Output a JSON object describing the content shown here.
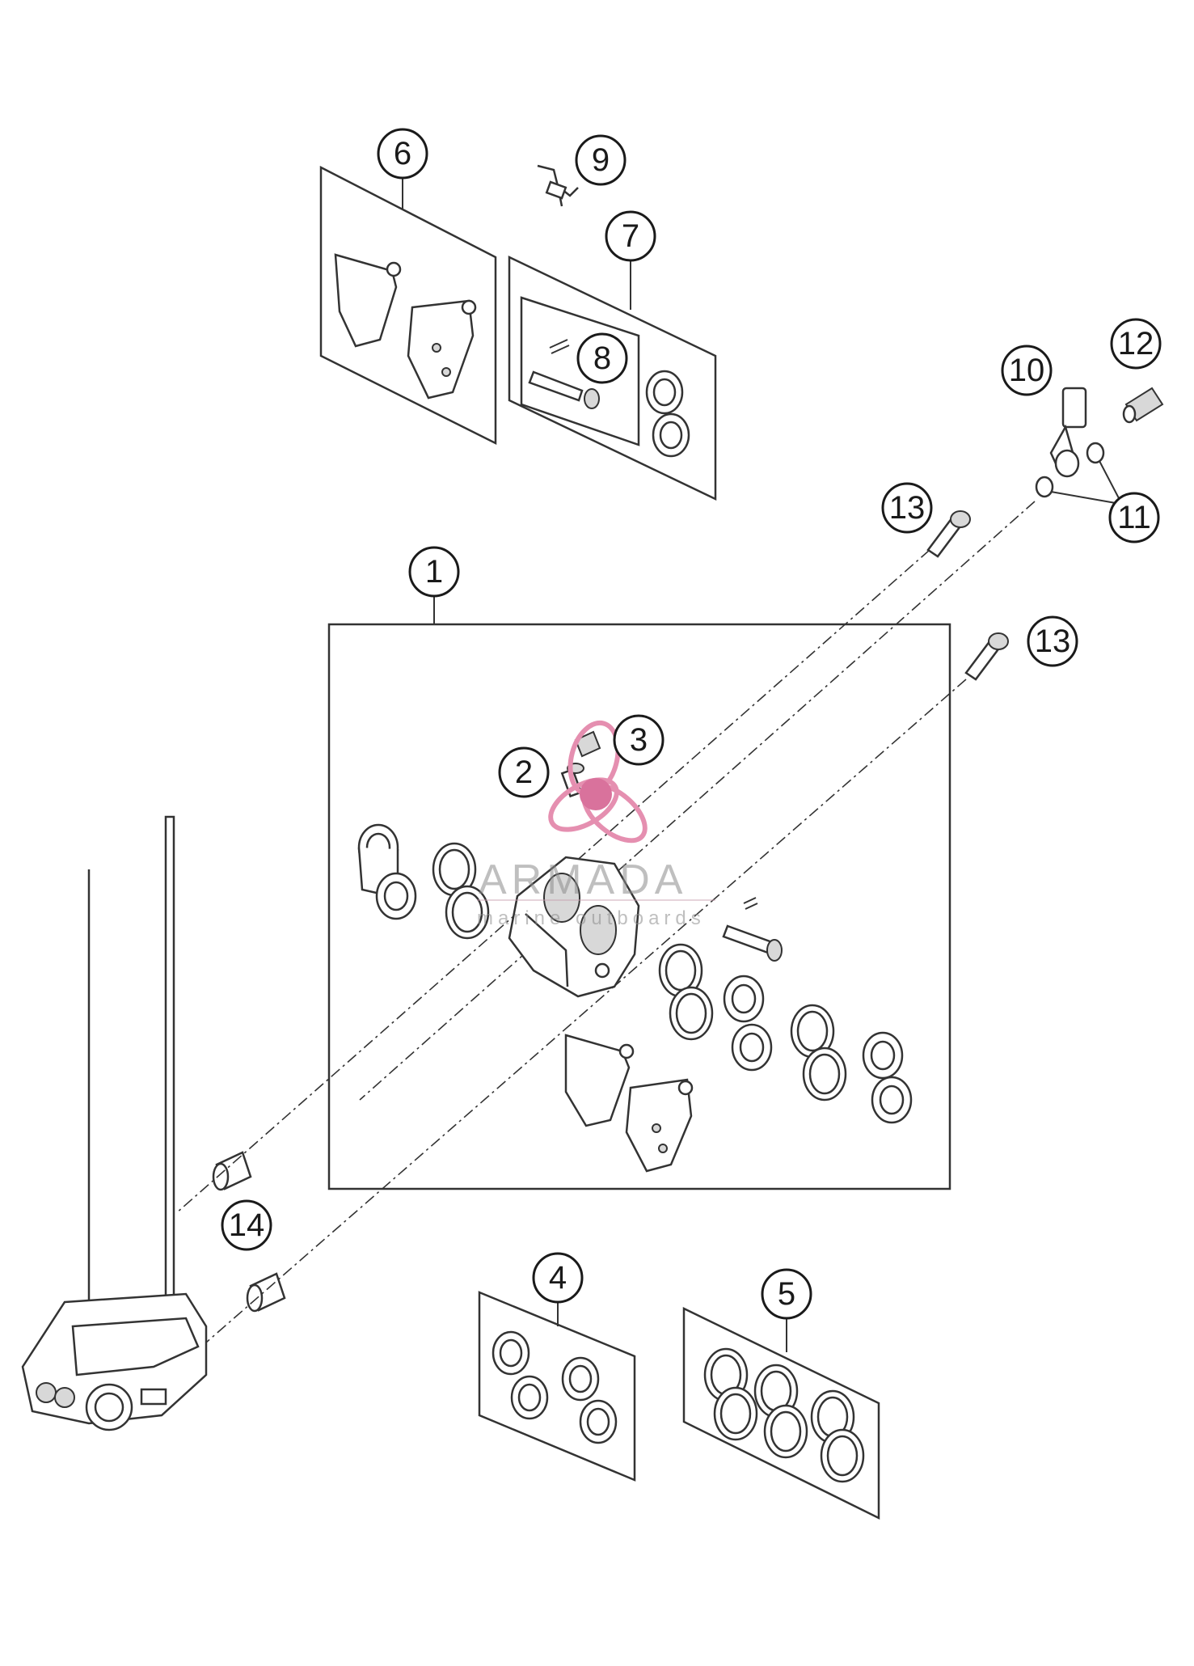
{
  "callouts": [
    "1",
    "2",
    "3",
    "4",
    "5",
    "6",
    "7",
    "8",
    "9",
    "10",
    "11",
    "12",
    "13",
    "14"
  ],
  "watermark": {
    "brand": "ARMADA",
    "tagline": "marine outboards",
    "colors": {
      "propeller": "#e58fb0",
      "hub": "#d9729c",
      "text": "#8c8c8c"
    }
  },
  "colors": {
    "line": "#333333",
    "background": "#ffffff"
  }
}
